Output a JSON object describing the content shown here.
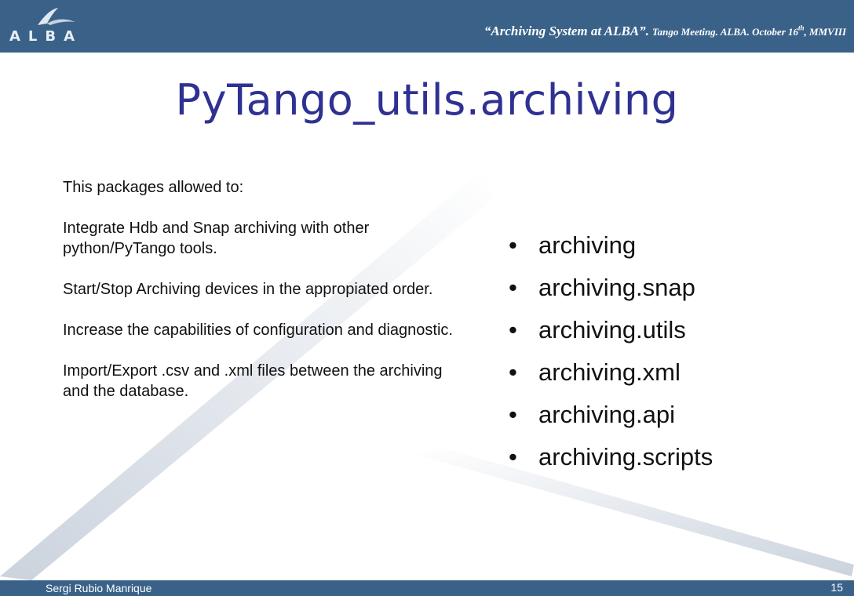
{
  "header": {
    "logo_text": "ALBA",
    "title_quote": "“Archiving System at ALBA”.",
    "title_meeting": "Tango Meeting.  ALBA.  October 16",
    "title_sup": "th",
    "title_tail": ", MMVIII"
  },
  "slide": {
    "title": "PyTango_utils.archiving",
    "paragraphs": [
      "This packages allowed to:",
      "Integrate Hdb and Snap archiving with other python/PyTango tools.",
      "Start/Stop Archiving devices in the appropiated order.",
      "Increase the capabilities of configuration and diagnostic.",
      "Import/Export .csv and .xml files between the archiving and the database."
    ],
    "bullet_char": "•",
    "bullets": [
      "archiving",
      "archiving.snap",
      "archiving.utils",
      "archiving.xml",
      "archiving.api",
      "archiving.scripts"
    ]
  },
  "footer": {
    "author": "Sergi Rubio Manrique",
    "page": "15"
  },
  "colors": {
    "bar": "#3a6289",
    "title": "#2f3192"
  }
}
